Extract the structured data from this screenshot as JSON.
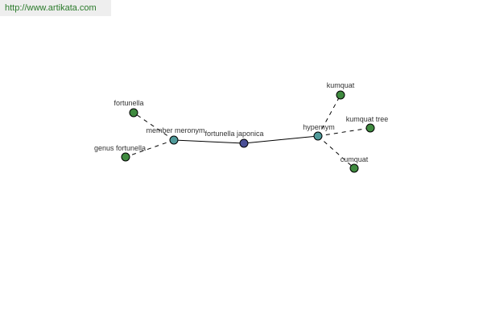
{
  "site": {
    "url_label": "http://www.artikata.com"
  },
  "colors": {
    "center_node": "#4a4f96",
    "relation_node": "#4f9a9a",
    "leaf_node": "#3f8a3f",
    "edge": "#000000",
    "url_text": "#2a7a2a",
    "url_background": "#eeeeee"
  },
  "graph": {
    "center": {
      "id": "fortunella-japonica",
      "label": "fortunella japonica"
    },
    "relations": [
      {
        "id": "member-meronym",
        "label": "member meronym",
        "targets": [
          {
            "id": "fortunella",
            "label": "fortunella"
          },
          {
            "id": "genus-fortunella",
            "label": "genus fortunella"
          }
        ]
      },
      {
        "id": "hypernym",
        "label": "hypernym",
        "targets": [
          {
            "id": "kumquat",
            "label": "kumquat"
          },
          {
            "id": "kumquat-tree",
            "label": "kumquat tree"
          },
          {
            "id": "cumquat",
            "label": "cumquat"
          }
        ]
      }
    ]
  }
}
